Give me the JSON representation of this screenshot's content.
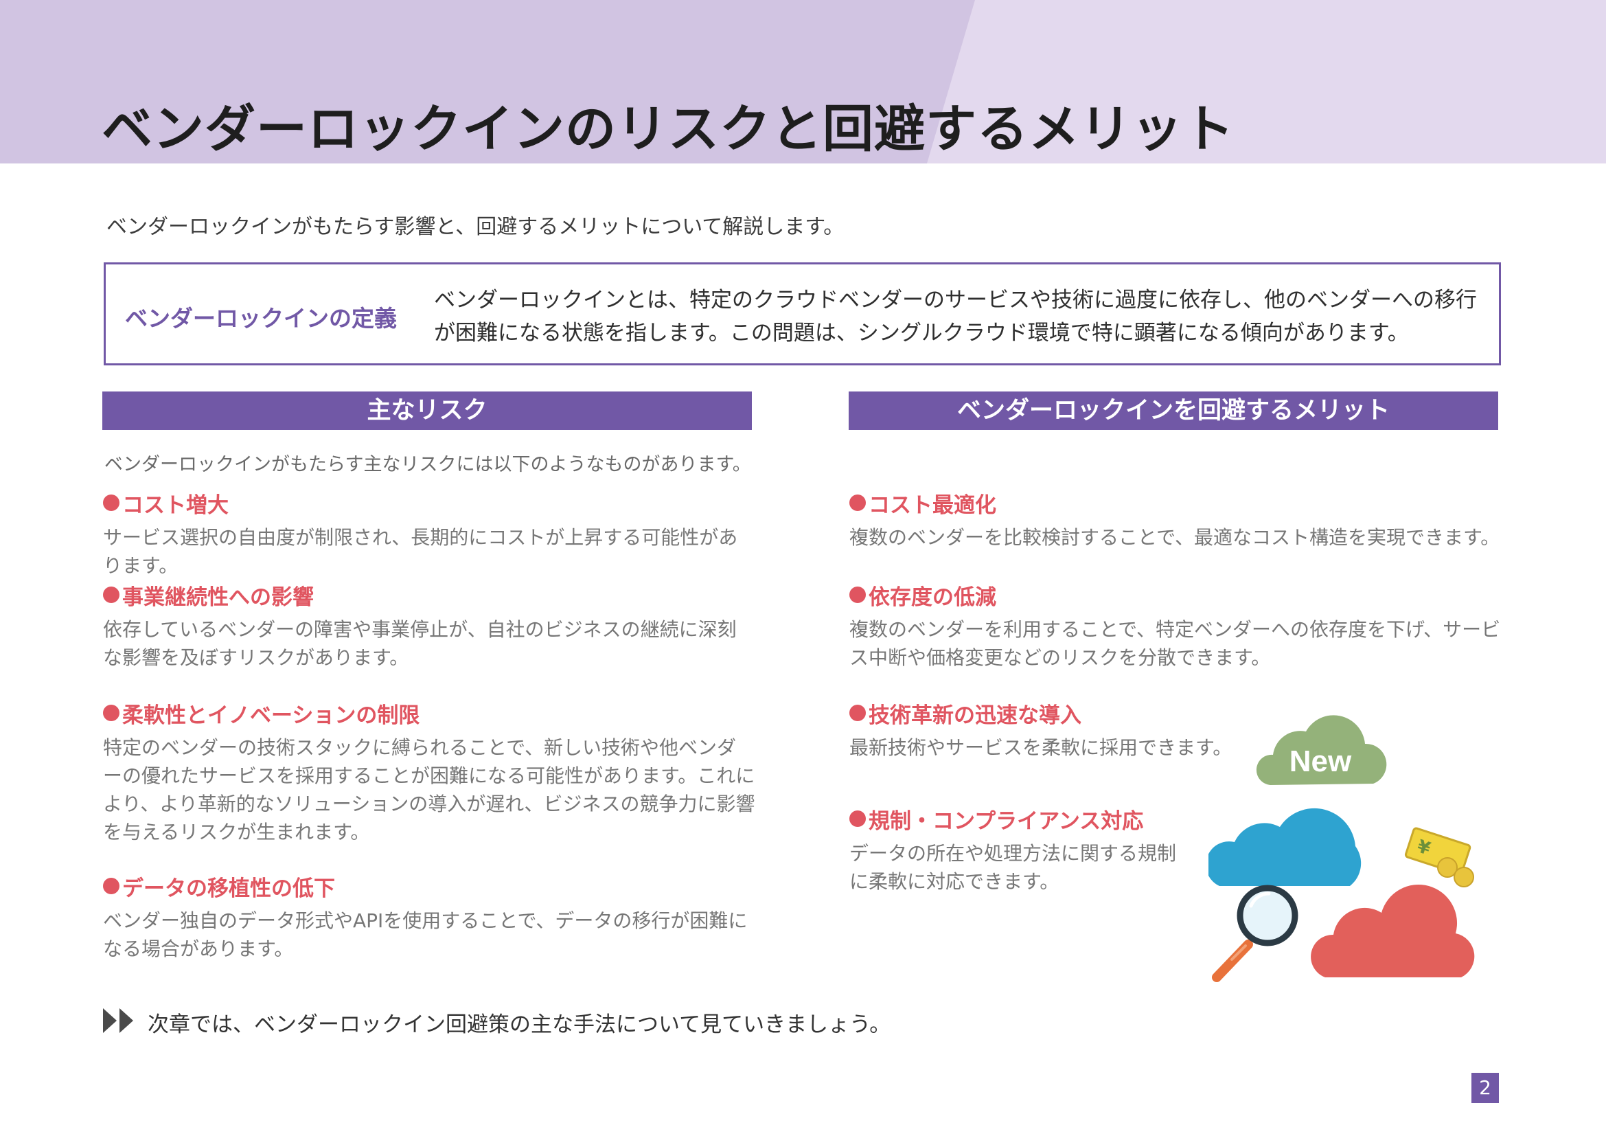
{
  "header": {
    "title": "ベンダーロックインのリスクと回避するメリット"
  },
  "intro": "ベンダーロックインがもたらす影響と、回避するメリットについて解説します。",
  "definition": {
    "label": "ベンダーロックインの定義",
    "text": "ベンダーロックインとは、特定のクラウドベンダーのサービスや技術に過度に依存し、他のベンダーへの移行が困難になる状態を指します。この問題は、シングルクラウド環境で特に顕著になる傾向があります。"
  },
  "risks": {
    "heading": "主なリスク",
    "lead": "ベンダーロックインがもたらす主なリスクには以下のようなものがあります。",
    "items": [
      {
        "title": "コスト増大",
        "desc": "サービス選択の自由度が制限され、長期的にコストが上昇する可能性があります。"
      },
      {
        "title": "事業継続性への影響",
        "desc": "依存しているベンダーの障害や事業停止が、自社のビジネスの継続に深刻な影響を及ぼすリスクがあります。"
      },
      {
        "title": "柔軟性とイノベーションの制限",
        "desc": "特定のベンダーの技術スタックに縛られることで、新しい技術や他ベンダーの優れたサービスを採用することが困難になる可能性があります。これにより、より革新的なソリューションの導入が遅れ、ビジネスの競争力に影響を与えるリスクが生まれます。"
      },
      {
        "title": "データの移植性の低下",
        "desc": "ベンダー独自のデータ形式やAPIを使用することで、データの移行が困難になる場合があります。"
      }
    ]
  },
  "benefits": {
    "heading": "ベンダーロックインを回避するメリット",
    "items": [
      {
        "title": "コスト最適化",
        "desc": "複数のベンダーを比較検討することで、最適なコスト構造を実現できます。"
      },
      {
        "title": "依存度の低減",
        "desc": "複数のベンダーを利用することで、特定ベンダーへの依存度を下げ、サービス中断や価格変更などのリスクを分散できます。"
      },
      {
        "title": "技術革新の迅速な導入",
        "desc": "最新技術やサービスを柔軟に採用できます。"
      },
      {
        "title": "規制・コンプライアンス対応",
        "desc": "データの所在や処理方法に関する規制に柔軟に対応できます。"
      }
    ]
  },
  "illustration": {
    "badge": "New",
    "currency": "¥",
    "colors": {
      "green": "#94b27a",
      "blue": "#2ea3d0",
      "red": "#e2605b",
      "money": "#f1d43c",
      "coin": "#e8c43c"
    }
  },
  "footer": {
    "text": "次章では、ベンダーロックイン回避策の主な手法について見ていきましょう。",
    "page_number": "2"
  },
  "colors": {
    "accent": "#7158a6",
    "item_title": "#e05560",
    "header_bg": "#d1c4e2",
    "header_bg_light": "#e3d9ee"
  }
}
